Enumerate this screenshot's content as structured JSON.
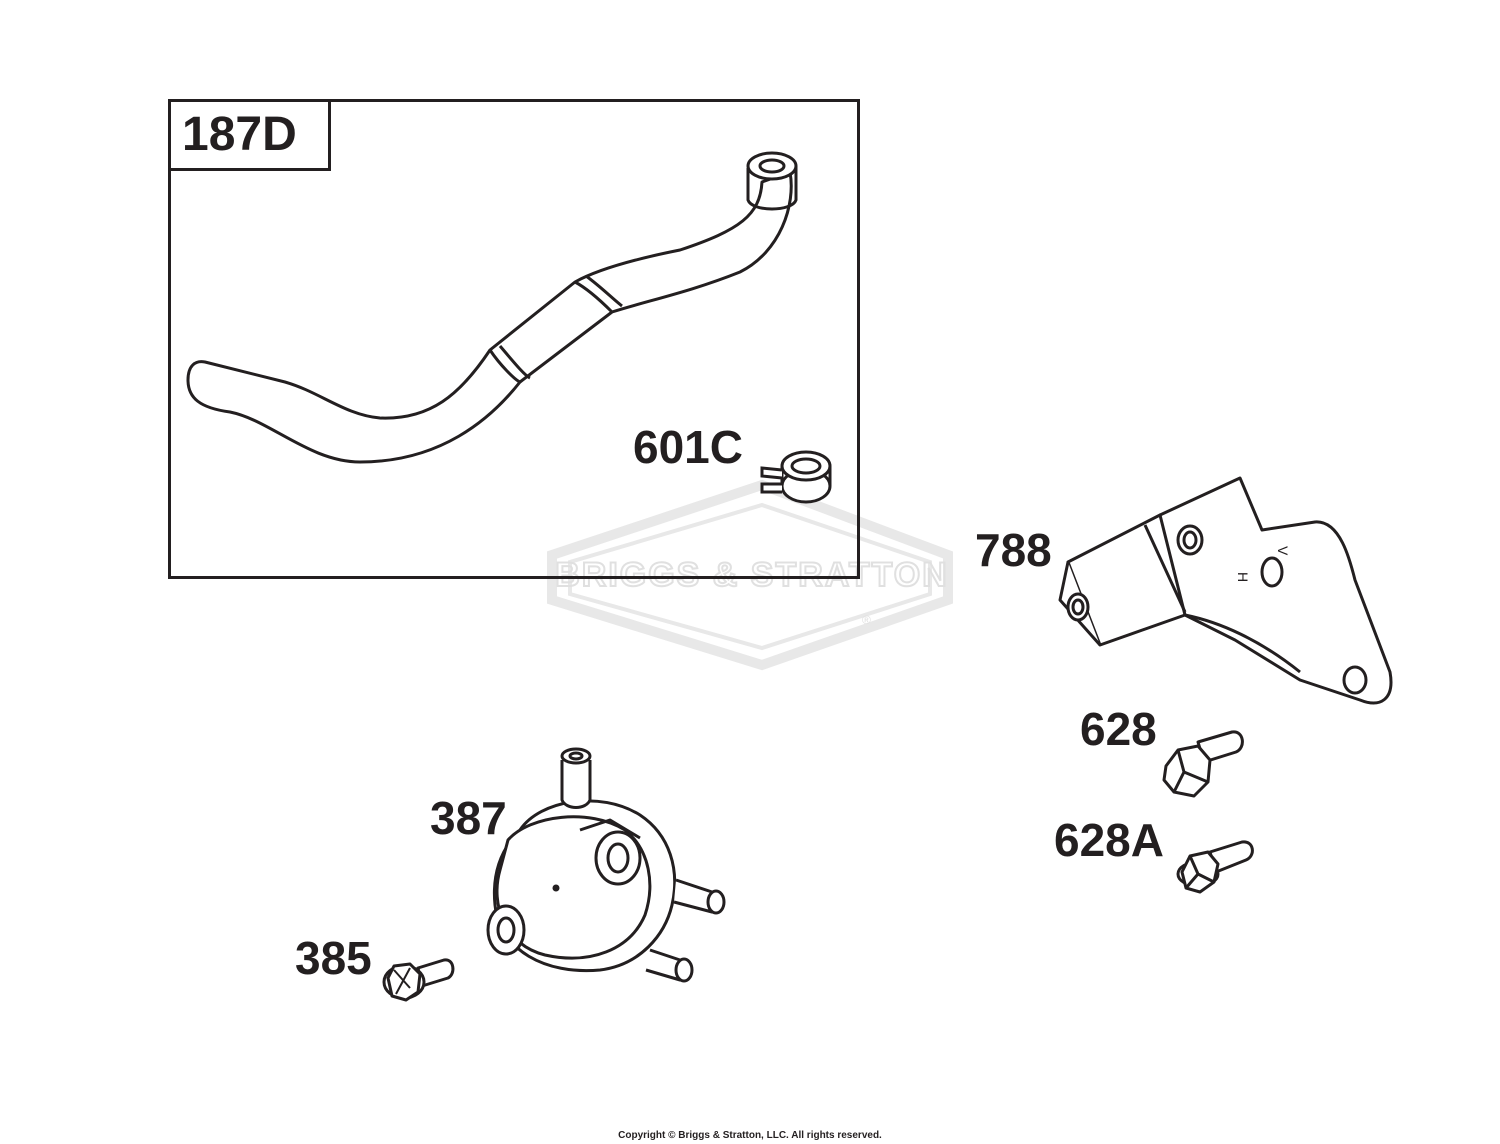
{
  "kit": {
    "label": "187D"
  },
  "callouts": {
    "clamp": "601C",
    "bracket": "788",
    "bolt": "628",
    "bolt_flanged": "628A",
    "fuel_pump": "387",
    "pump_screw": "385"
  },
  "watermark": {
    "text": "BRIGGS & STRATTON",
    "mark": "®"
  },
  "footer": {
    "copyright": "Copyright © Briggs & Stratton, LLC. All rights reserved."
  },
  "colors": {
    "line": "#231f20",
    "watermark": "#e6e6e6",
    "background": "#ffffff"
  }
}
